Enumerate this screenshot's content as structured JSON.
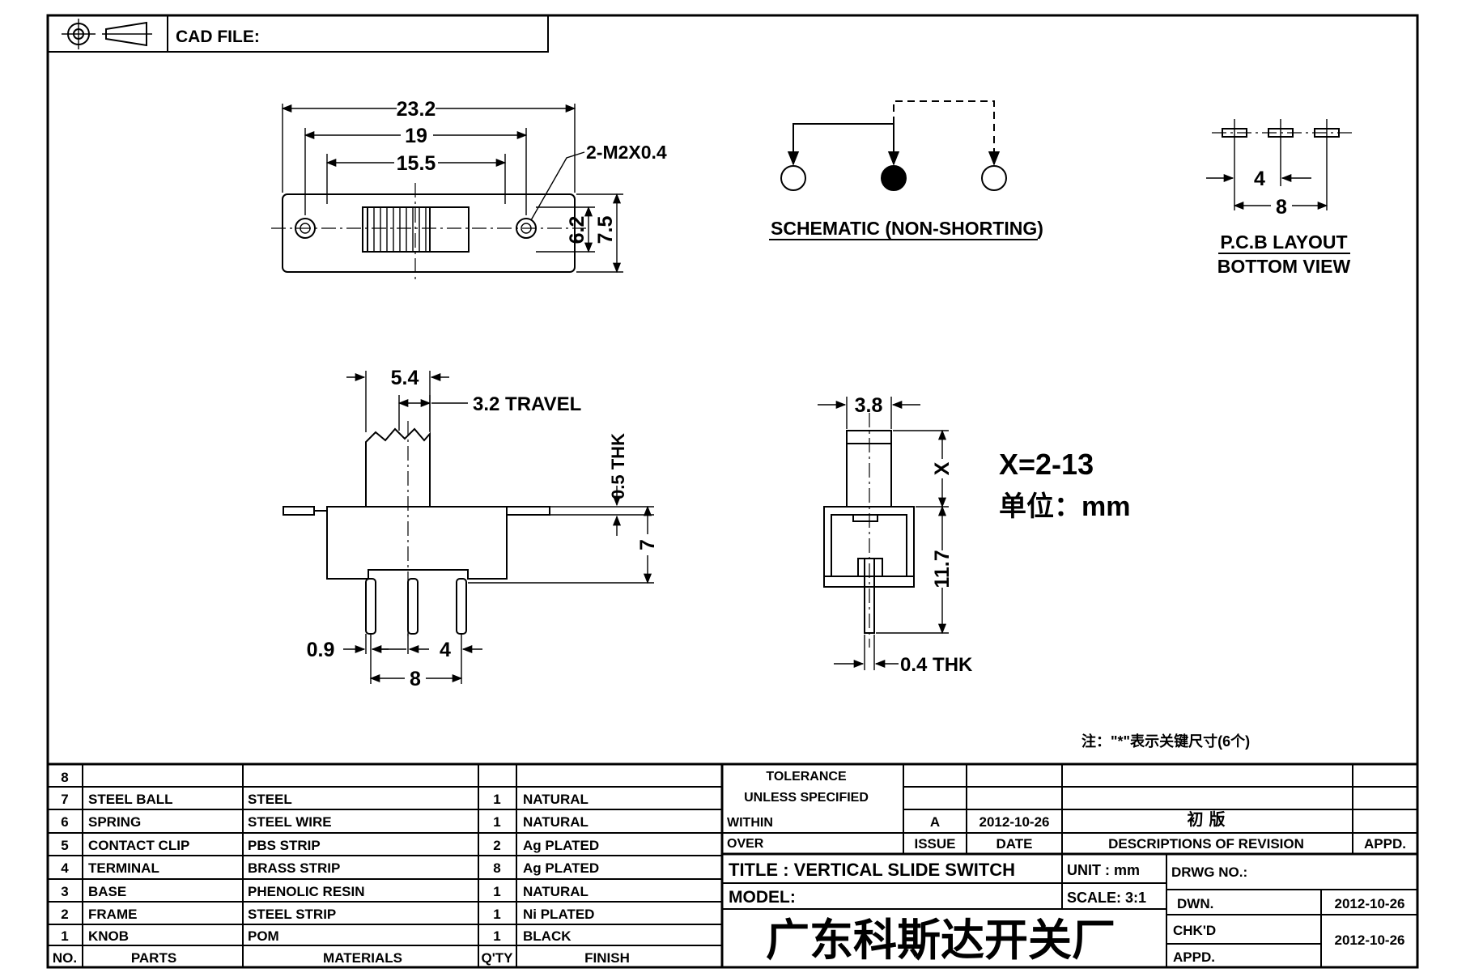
{
  "header": {
    "cad_file_label": "CAD FILE:"
  },
  "top_view": {
    "dims": [
      "23.2",
      "19",
      "15.5",
      "2-M2X0.4",
      "6.2",
      "7.5"
    ]
  },
  "schematic": {
    "caption": "SCHEMATIC (NON-SHORTING)"
  },
  "pcb_layout": {
    "dims": [
      "4",
      "8"
    ],
    "caption_line1": "P.C.B LAYOUT",
    "caption_line2": "BOTTOM VIEW"
  },
  "front_view": {
    "dims": [
      "5.4",
      "3.2 TRAVEL",
      "0.5 THK",
      "7",
      "0.9",
      "4",
      "8"
    ]
  },
  "side_view": {
    "dims": [
      "3.8",
      "X",
      "11.7",
      "0.4 THK"
    ]
  },
  "notes": {
    "x_range": "X=2-13",
    "unit": "单位：mm",
    "footnote": "注：\"*\"表示关键尺寸(6个)"
  },
  "bom": {
    "headers": [
      "NO.",
      "PARTS",
      "MATERIALS",
      "Q'TY",
      "FINISH"
    ],
    "rows": [
      [
        "8",
        "",
        "",
        "",
        ""
      ],
      [
        "7",
        "STEEL BALL",
        "STEEL",
        "1",
        "NATURAL"
      ],
      [
        "6",
        "SPRING",
        "STEEL WIRE",
        "1",
        "NATURAL"
      ],
      [
        "5",
        "CONTACT CLIP",
        "PBS STRIP",
        "2",
        "Ag PLATED"
      ],
      [
        "4",
        "TERMINAL",
        "BRASS STRIP",
        "8",
        "Ag PLATED"
      ],
      [
        "3",
        "BASE",
        "PHENOLIC RESIN",
        "1",
        "NATURAL"
      ],
      [
        "2",
        "FRAME",
        "STEEL STRIP",
        "1",
        "Ni PLATED"
      ],
      [
        "1",
        "KNOB",
        "POM",
        "1",
        "BLACK"
      ]
    ]
  },
  "tolerance": {
    "line1": "TOLERANCE",
    "line2": "UNLESS  SPECIFIED",
    "within": "WITHIN",
    "over": "OVER"
  },
  "revision": {
    "issue": "A",
    "date": "2012-10-26",
    "description": "初  版",
    "headers": [
      "ISSUE",
      "DATE",
      "DESCRIPTIONS OF REVISION",
      "APPD."
    ]
  },
  "title_block": {
    "title": "TITLE :  VERTICAL  SLIDE  SWITCH",
    "model": "MODEL:",
    "unit": "UNIT :  mm",
    "scale": "SCALE:  3:1",
    "drwg_no": "DRWG NO.:",
    "dwn_label": "DWN.",
    "dwn_date": "2012-10-26",
    "chkd_label": "CHK'D",
    "appd_label": "APPD.",
    "chkd_date": "2012-10-26",
    "company": "广东科斯达开关厂"
  }
}
